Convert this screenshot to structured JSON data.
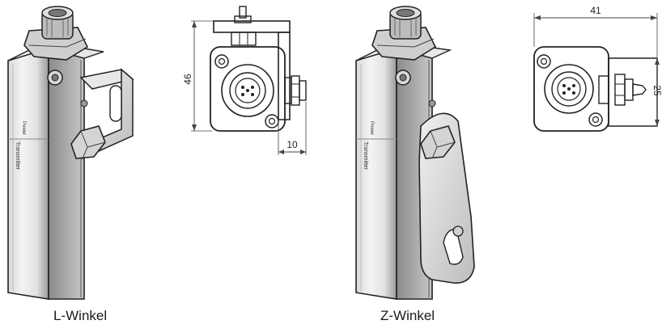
{
  "figures": {
    "l_bracket": {
      "caption": "L-Winkel"
    },
    "z_bracket": {
      "caption": "Z-Winkel"
    }
  },
  "device_labels": {
    "power": "Power",
    "transmitter": "Transmitter"
  },
  "dimensions": {
    "l_height": "46",
    "l_offset": "10",
    "z_width": "41",
    "z_height": "25"
  }
}
